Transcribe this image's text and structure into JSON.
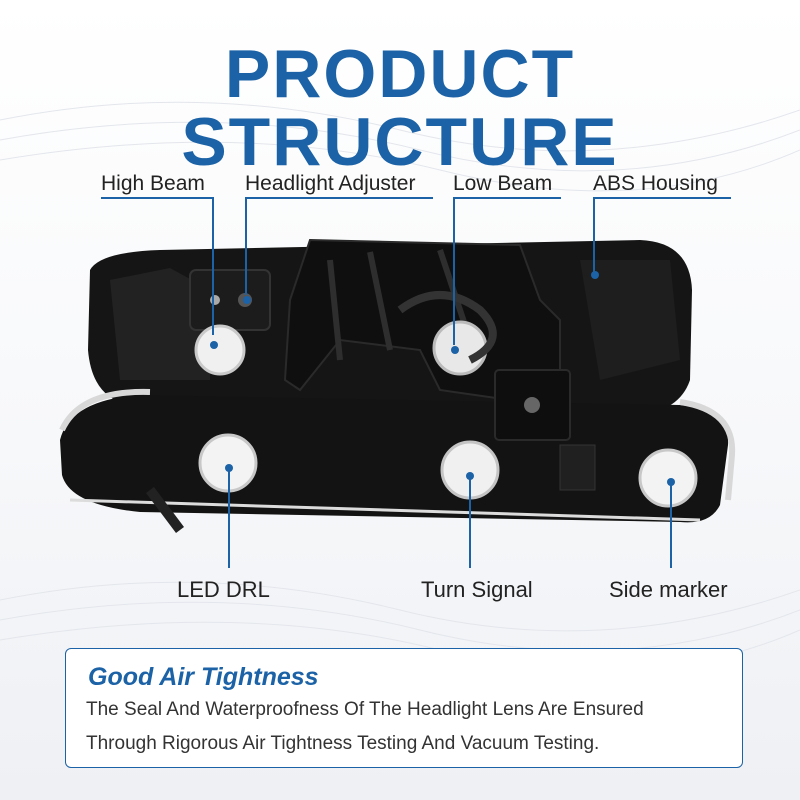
{
  "title": "PRODUCT STRUCTURE",
  "colors": {
    "accent": "#1b62a6",
    "text": "#222222",
    "housing": "#141414",
    "bulb_port": "#f2f2f2"
  },
  "labels": {
    "high_beam": "High Beam",
    "headlight_adjuster": "Headlight Adjuster",
    "low_beam": "Low Beam",
    "abs_housing": "ABS Housing",
    "led_drl": "LED DRL",
    "turn_signal": "Turn Signal",
    "side_marker": "Side marker"
  },
  "feature": {
    "heading": "Good Air Tightness",
    "line1": "The Seal And Waterproofness Of The Headlight Lens Are Ensured",
    "line2": "Through Rigorous Air Tightness Testing And Vacuum Testing."
  }
}
